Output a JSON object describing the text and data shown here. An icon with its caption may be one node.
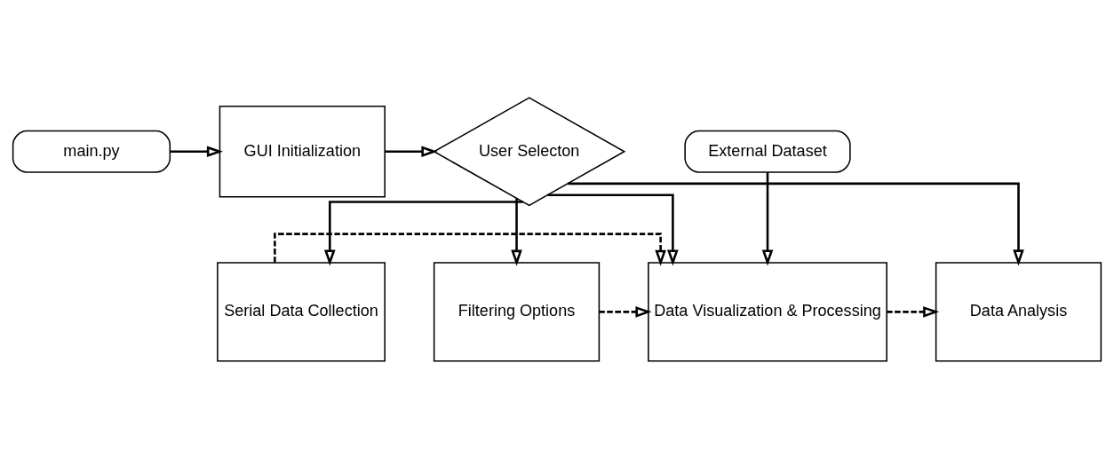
{
  "diagram": {
    "nodes": [
      {
        "text": [
          "main.py"
        ]
      },
      {
        "text": [
          "GUI Initialization"
        ]
      },
      {
        "text": [
          "User Selecton"
        ]
      },
      {
        "text": [
          "Serial Data Collection"
        ]
      },
      {
        "text": [
          "Filtering Options"
        ]
      },
      {
        "text": [
          "Data Visualization & Processing"
        ]
      },
      {
        "text": [
          "Data Analysis"
        ]
      },
      {
        "text": [
          "External Dataset"
        ]
      }
    ],
    "edges": [
      {
        "from": 0,
        "to": 1,
        "arrow": "to"
      },
      {
        "from": 1,
        "to": 2,
        "arrow": "to"
      },
      {
        "from": 2,
        "to": 3,
        "arrow": "to"
      },
      {
        "from": 2,
        "to": 4,
        "arrow": "to"
      },
      {
        "from": 2,
        "to": 5,
        "arrow": "to"
      },
      {
        "from": 2,
        "to": 6,
        "arrow": "to"
      },
      {
        "from": 4,
        "to": 5,
        "arrow": "to",
        "style": "dashed"
      },
      {
        "from": 5,
        "to": 6,
        "arrow": "to",
        "style": "dashed"
      },
      {
        "from": 3,
        "to": 5,
        "arrow": "to",
        "style": "dashed"
      },
      {
        "from": 7,
        "to": 5,
        "arrow": "to"
      }
    ]
  }
}
